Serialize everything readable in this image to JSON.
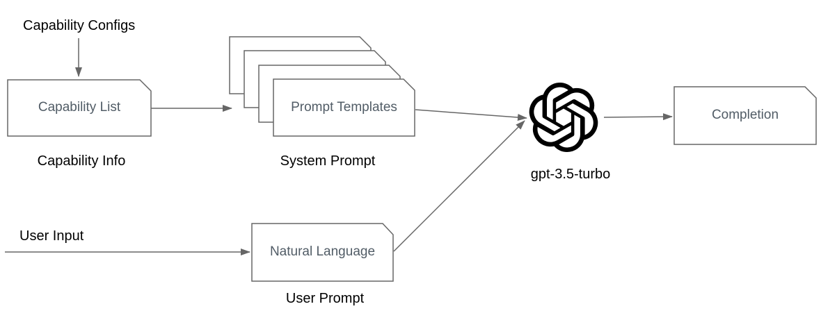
{
  "diagram": {
    "type": "flowchart",
    "nodes": {
      "capability_list": {
        "label": "Capability List",
        "shape": "card"
      },
      "prompt_templates": {
        "label": "Prompt Templates",
        "shape": "stacked-cards"
      },
      "natural_language": {
        "label": "Natural Language",
        "shape": "card"
      },
      "completion": {
        "label": "Completion",
        "shape": "card"
      },
      "model": {
        "label": "gpt-3.5-turbo",
        "shape": "openai-logo"
      }
    },
    "annotations": {
      "capability_configs": "Capability Configs",
      "capability_info": "Capability Info",
      "system_prompt": "System Prompt",
      "user_input": "User Input",
      "user_prompt": "User Prompt"
    },
    "edges": [
      {
        "from": "Capability Configs",
        "to": "Capability List"
      },
      {
        "from": "Capability List",
        "to": "Prompt Templates"
      },
      {
        "from": "User Input",
        "to": "Natural Language"
      },
      {
        "from": "Prompt Templates",
        "to": "gpt-3.5-turbo"
      },
      {
        "from": "Natural Language",
        "to": "gpt-3.5-turbo"
      },
      {
        "from": "gpt-3.5-turbo",
        "to": "Completion"
      }
    ],
    "colors": {
      "background": "#ffffff",
      "node_fill": "#ffffff",
      "node_stroke": "#666666",
      "node_text": "#515c66",
      "annotation_text": "#000000",
      "edge": "#666666",
      "logo": "#000000"
    }
  }
}
